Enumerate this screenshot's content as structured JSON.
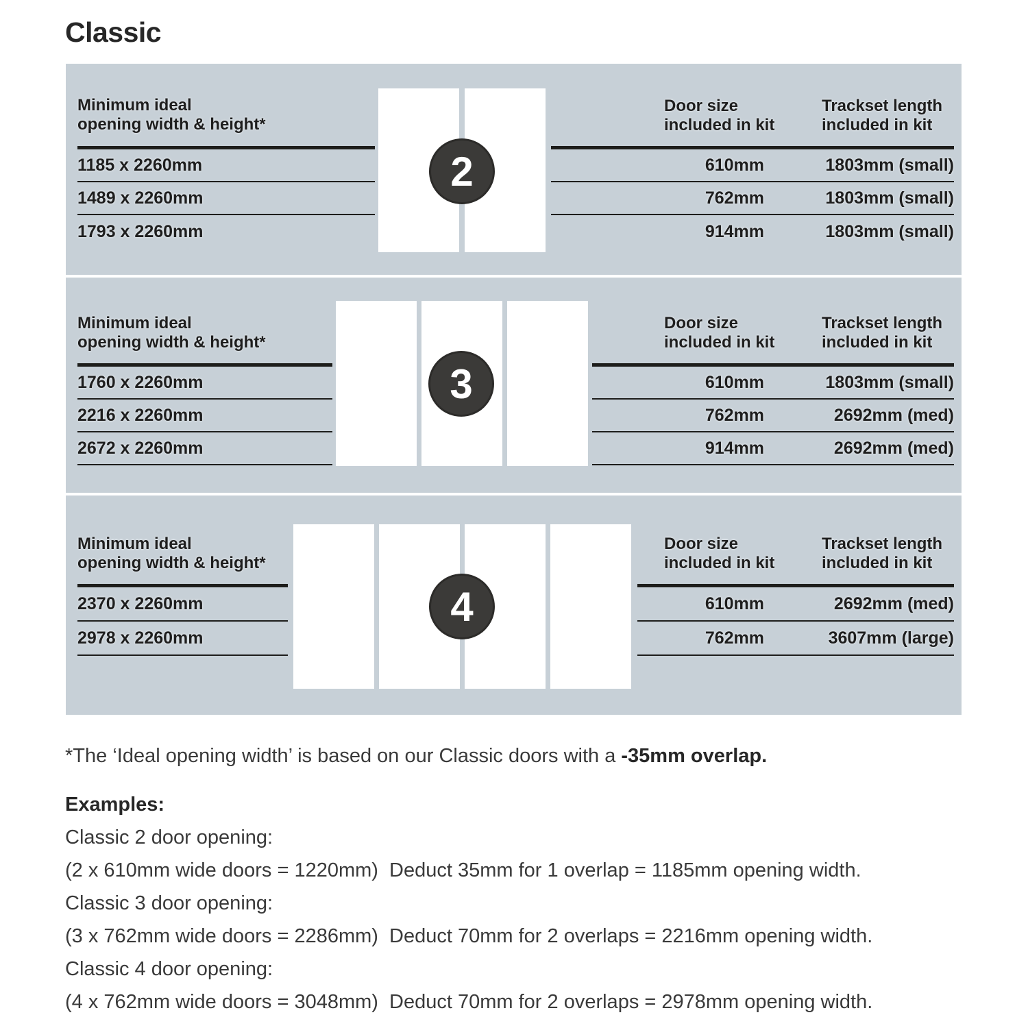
{
  "title": "Classic",
  "colors": {
    "panel_bg": "#c7d0d7",
    "line": "#1d1d1b",
    "badge_bg": "#3b3a38",
    "door_fill": "#ffffff"
  },
  "panel": {
    "column_headers": {
      "left": [
        "Minimum ideal",
        "opening width & height*"
      ],
      "door_size": [
        "Door size",
        "included in kit"
      ],
      "trackset": [
        "Trackset length",
        "included in kit"
      ]
    },
    "sections": [
      {
        "badge": "2",
        "left_rows": [
          "1185 x 2260mm",
          "1489 x 2260mm",
          "1793 x 2260mm"
        ],
        "right_rows": [
          {
            "door_size": "610mm",
            "trackset": "1803mm (small)"
          },
          {
            "door_size": "762mm",
            "trackset": "1803mm (small)"
          },
          {
            "door_size": "914mm",
            "trackset": "1803mm (small)"
          }
        ]
      },
      {
        "badge": "3",
        "left_rows": [
          "1760 x 2260mm",
          "2216 x 2260mm",
          "2672 x 2260mm"
        ],
        "right_rows": [
          {
            "door_size": "610mm",
            "trackset": "1803mm (small)"
          },
          {
            "door_size": "762mm",
            "trackset": "2692mm (med)"
          },
          {
            "door_size": "914mm",
            "trackset": "2692mm (med)"
          }
        ]
      },
      {
        "badge": "4",
        "left_rows": [
          "2370 x 2260mm",
          "2978 x 2260mm"
        ],
        "right_rows": [
          {
            "door_size": "610mm",
            "trackset": "2692mm (med)"
          },
          {
            "door_size": "762mm",
            "trackset": "3607mm (large)"
          }
        ]
      }
    ]
  },
  "footnote": {
    "prefix": "*The ‘Ideal opening width’ is based on our Classic doors with a ",
    "bold": "-35mm overlap."
  },
  "examples": {
    "heading": "Examples:",
    "lines": [
      "Classic 2 door opening:",
      "(2 x 610mm wide doors = 1220mm)  Deduct 35mm for 1 overlap = 1185mm opening width.",
      "Classic 3 door opening:",
      "(3 x 762mm wide doors = 2286mm)  Deduct 70mm for 2 overlaps = 2216mm opening width.",
      "Classic 4 door opening:",
      "(4 x 762mm wide doors = 3048mm)  Deduct 70mm for 2 overlaps = 2978mm opening width."
    ]
  }
}
